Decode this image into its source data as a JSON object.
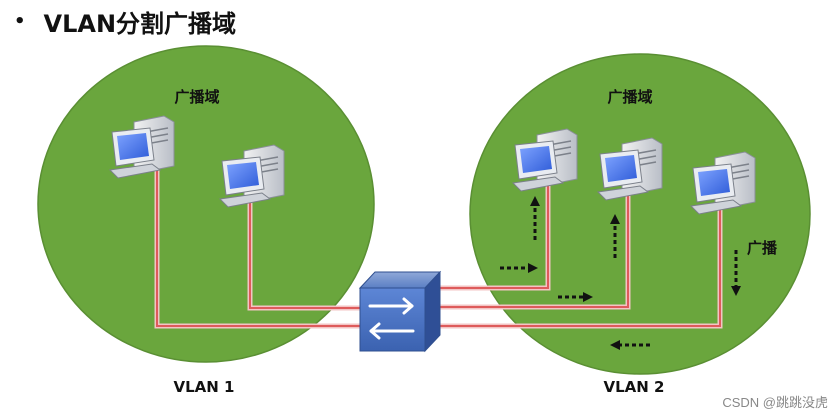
{
  "title": "VLAN分割广播域",
  "bullet": "•",
  "left_domain_label": "广播域",
  "right_domain_label": "广播域",
  "broadcast_label": "广播",
  "vlan1_label": "VLAN 1",
  "vlan2_label": "VLAN 2",
  "watermark": "CSDN @跳跳没虎",
  "colors": {
    "circle_fill": "#6aa63d",
    "circle_stroke": "#5a8f33",
    "link": "#e06a6a",
    "link_outline": "#f3c4c4",
    "switch": "#4a72c2",
    "monitor_screen": "#3f6fe0"
  },
  "icons": [
    "computer-icon",
    "switch-icon",
    "arrow-icon"
  ]
}
